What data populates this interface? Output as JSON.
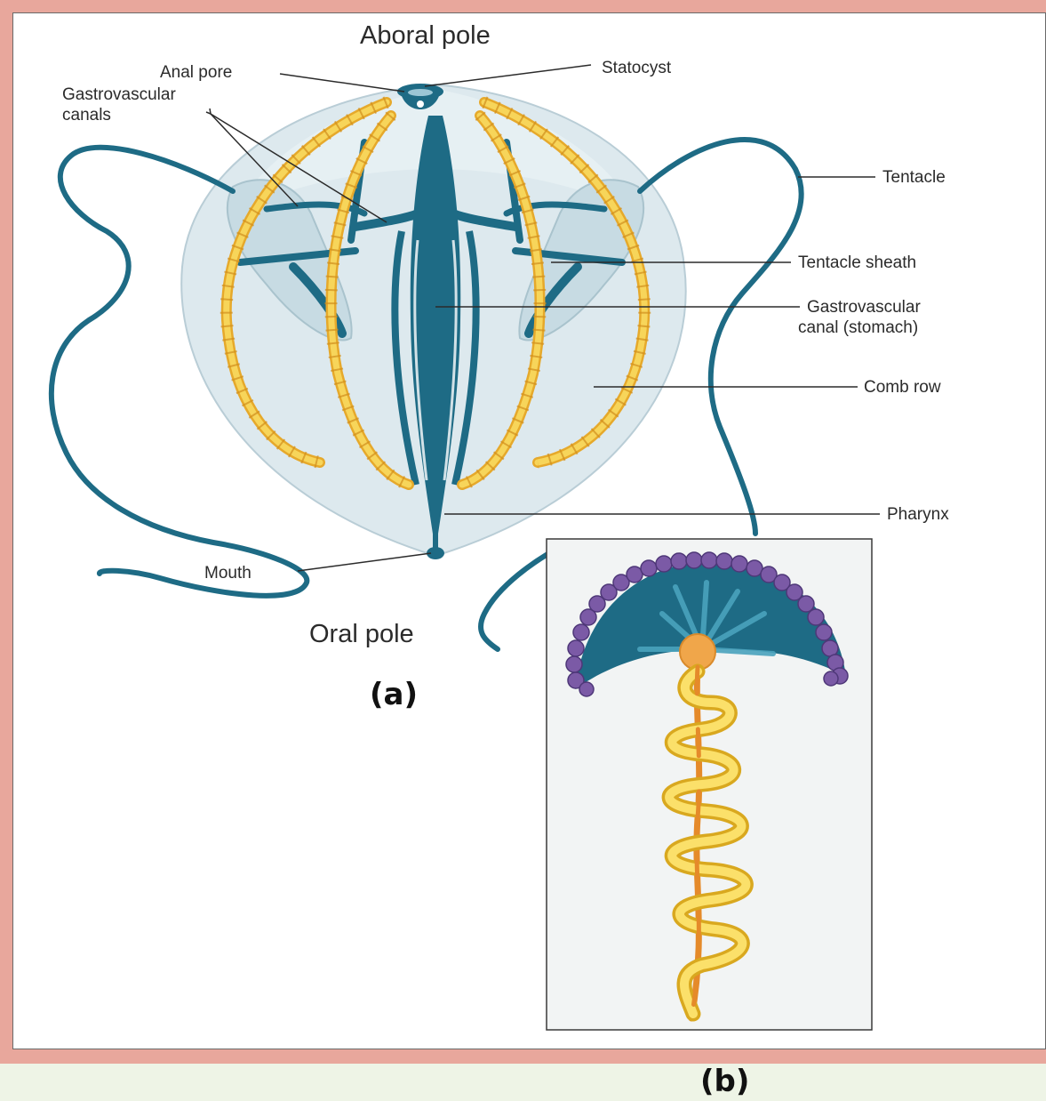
{
  "figure": {
    "labels": {
      "aboral_pole": "Aboral pole",
      "oral_pole": "Oral pole",
      "anal_pore": "Anal pore",
      "statocyst": "Statocyst",
      "gastrovascular_canals_line1": "Gastrovascular",
      "gastrovascular_canals_line2": "canals",
      "tentacle": "Tentacle",
      "tentacle_sheath": "Tentacle sheath",
      "stomach_line1": "Gastrovascular",
      "stomach_line2": "canal (stomach)",
      "comb_row": "Comb row",
      "pharynx": "Pharynx",
      "mouth": "Mouth"
    },
    "panel_a": "(a)",
    "panel_b": "(b)"
  },
  "colors": {
    "frame": "#e8a79c",
    "body": "#d9e8ee",
    "canal": "#1e6b85",
    "comb": "#f5c842",
    "bead": "#7b5aa6",
    "core": "#f0a64a",
    "background": "#eef4e6"
  }
}
